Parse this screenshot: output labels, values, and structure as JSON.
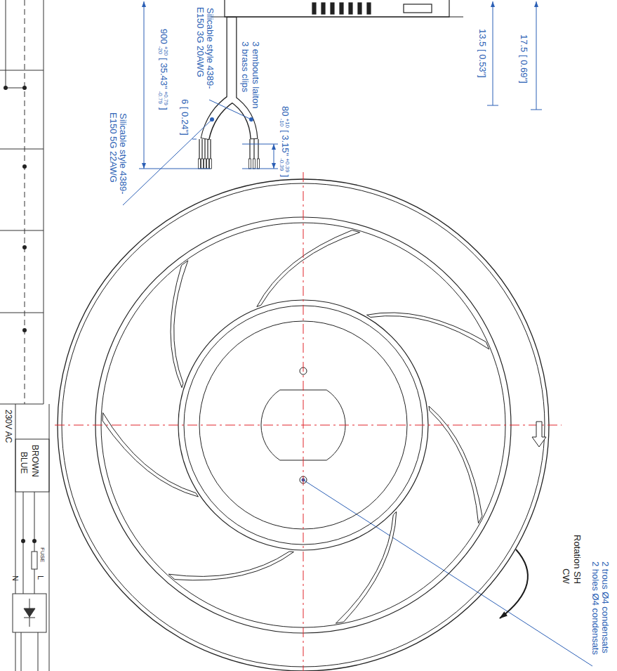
{
  "diagram": {
    "labels": [
      "17.5 [ 0.69\"]",
      "13.5 [ 0.53\"]",
      "Silicable style 4389-E150 3G 20AWG",
      "3 embouts laiton",
      "3 brass clips",
      "80",
      "+10",
      "-10",
      "[ 3.15\"",
      "+0.39",
      "-0.39",
      "]",
      "900",
      "+20",
      "-20",
      "[ 35.43\"",
      "+0.79",
      "-0.79",
      "]",
      "6 [ 0.24\"]",
      "Silicable style 4389-E150 5G 22AWG",
      "230V AC",
      "BROWN",
      "BLUE",
      "FUSE",
      "L",
      "N",
      "Rotation SH",
      "CW",
      "2 trous Ø4 condensats",
      "2 holes Ø4 condensats"
    ]
  }
}
